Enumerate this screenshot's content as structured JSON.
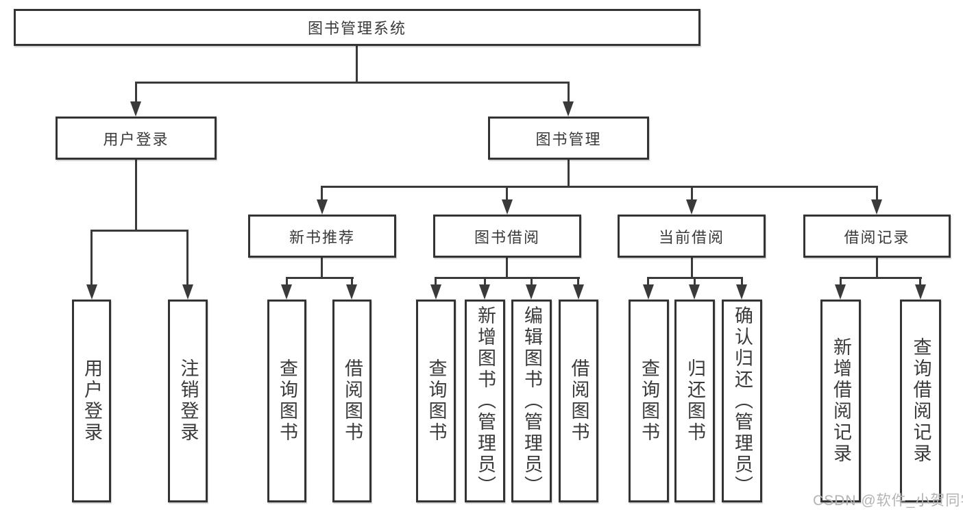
{
  "diagram": {
    "root_label": "图书管理系统",
    "user_login": {
      "label": "用户登录",
      "children": {
        "login": "用户登录",
        "logout": "注销登录"
      }
    },
    "book_mgmt": {
      "label": "图书管理",
      "children": {
        "new_book_rec": {
          "label": "新书推荐",
          "children": {
            "query_books": "查询图书",
            "borrow_books": "借阅图书"
          }
        },
        "book_borrow": {
          "label": "图书借阅",
          "children": {
            "query_books": "查询图书",
            "add_books": "新增图书（管理员）",
            "edit_books": "编辑图书（管理员）",
            "borrow_books": "借阅图书"
          }
        },
        "current_borrow": {
          "label": "当前借阅",
          "children": {
            "query_books": "查询图书",
            "return_books": "归还图书",
            "confirm_return": "确认归还（管理员）"
          }
        },
        "borrow_records": {
          "label": "借阅记录",
          "children": {
            "add_record": "新增借阅记录",
            "query_record": "查询借阅记录"
          }
        }
      }
    }
  },
  "watermark": {
    "text": "CSDN @软件_小贺同学"
  },
  "colors": {
    "line": "#3a3a3a",
    "box_border": "#333333",
    "text": "#3a3a3a",
    "watermark": "#b3b3b3",
    "background": "#ffffff"
  }
}
